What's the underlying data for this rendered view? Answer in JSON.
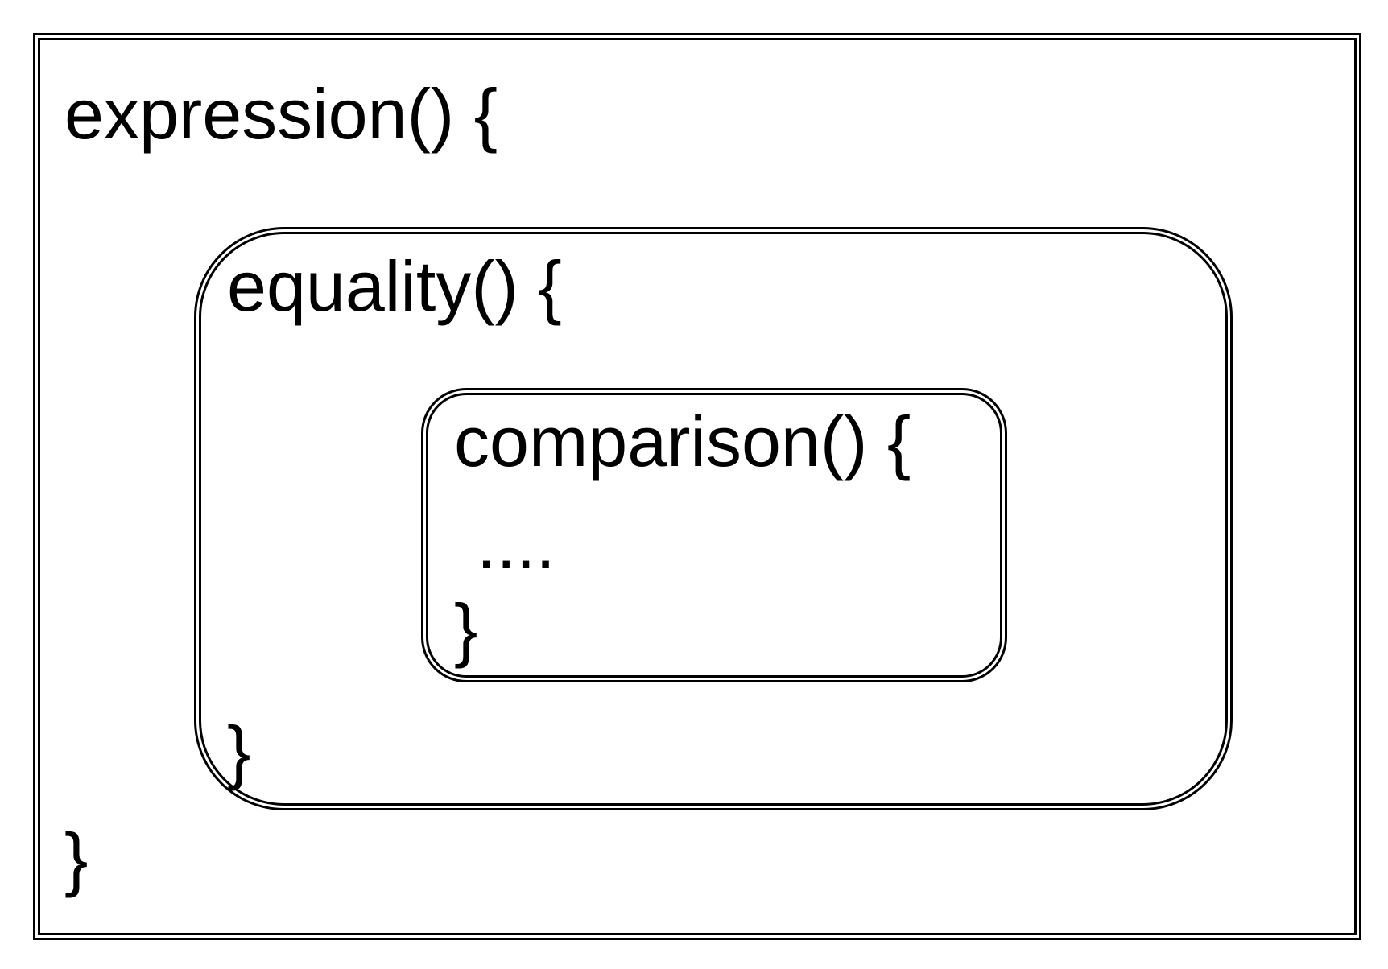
{
  "expression": {
    "open_text": "expression() {",
    "close_text": "}"
  },
  "equality": {
    "open_text": "equality() {",
    "close_text": "}"
  },
  "comparison": {
    "open_text": "comparison() {",
    "body_text": "....",
    "close_text": "}"
  }
}
